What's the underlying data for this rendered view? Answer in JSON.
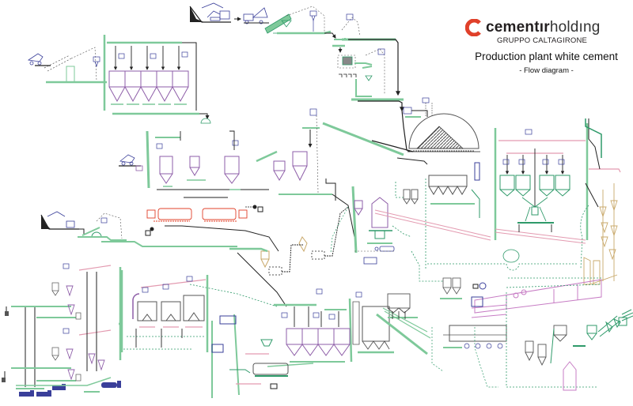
{
  "header": {
    "company_bold": "cementır",
    "company_light": "holdıng",
    "group": "GRUPPO CALTAGIRONE",
    "title": "Production plant white cement",
    "subtitle": "- Flow diagram -"
  },
  "colors": {
    "brand_red": "#e0402a",
    "conveyor_green": "#7ec99a",
    "equipment_purple": "#8e5ea8",
    "duct_pink": "#e39ab0",
    "line_black": "#222222",
    "vehicle_blue": "#3a3f9a",
    "preheater_tan": "#c9a96b",
    "dashed_teal": "#2f9a6a"
  },
  "sections": [
    {
      "name": "quarry-limestone",
      "icon": "excavator-truck-icon"
    },
    {
      "name": "crusher-conveyor",
      "icon": "crusher-icon"
    },
    {
      "name": "raw-material-silos",
      "icon": "silo-icon"
    },
    {
      "name": "storage-dome",
      "icon": "dome-icon"
    },
    {
      "name": "raw-mill",
      "icon": "vertical-mill-icon"
    },
    {
      "name": "preheater-kiln",
      "icon": "kiln-icon"
    },
    {
      "name": "clinker-silos",
      "icon": "silo-icon"
    },
    {
      "name": "cement-mills",
      "icon": "ball-mill-icon"
    },
    {
      "name": "cement-silos",
      "icon": "silo-icon"
    },
    {
      "name": "packing-dispatch",
      "icon": "truck-icon"
    }
  ]
}
